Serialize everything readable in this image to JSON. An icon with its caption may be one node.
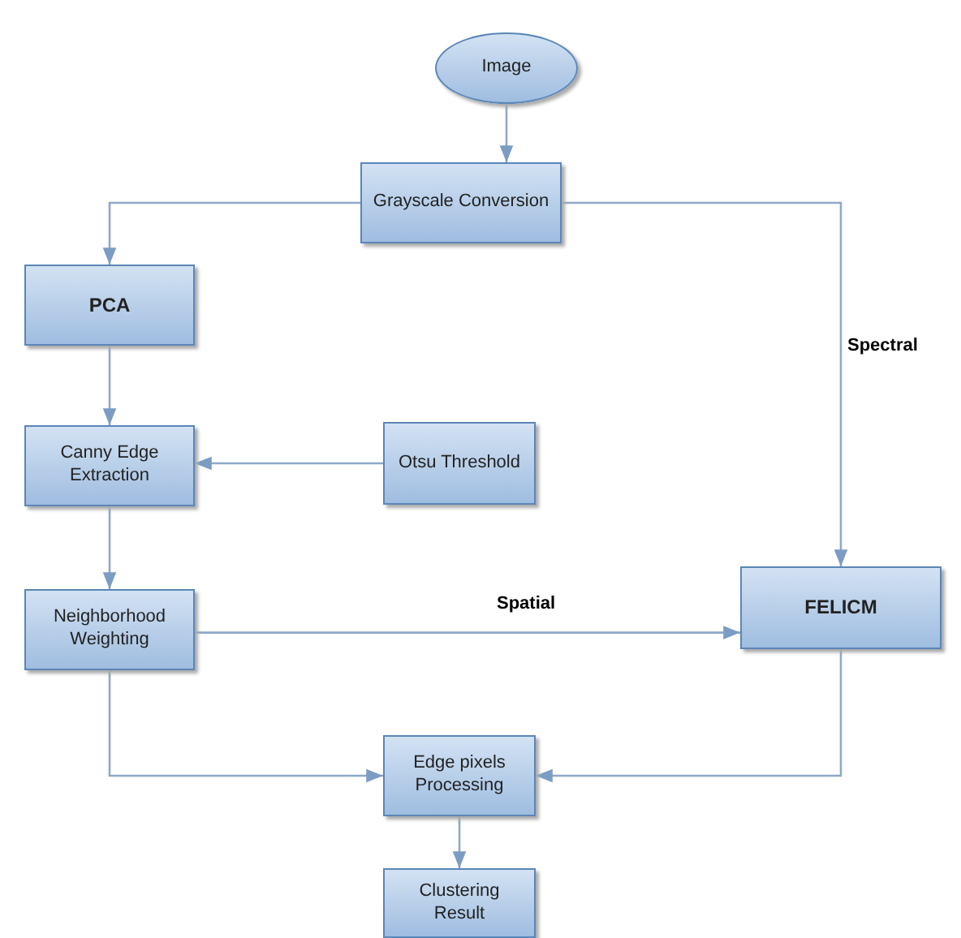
{
  "diagram": {
    "nodes": [
      {
        "text": [
          "Image"
        ]
      },
      {
        "text": [
          "Grayscale Conversion"
        ]
      },
      {
        "text": [
          "PCA"
        ]
      },
      {
        "text": [
          "Canny Edge Extraction"
        ]
      },
      {
        "text": [
          "Otsu Threshold"
        ]
      },
      {
        "text": [
          "Neighborhood Weighting"
        ]
      },
      {
        "text": [
          "FELICM"
        ]
      },
      {
        "text": [
          "Edge pixels Processing"
        ]
      },
      {
        "text": [
          "Clustering Result"
        ]
      }
    ],
    "edges": [
      {
        "from": 0,
        "to": 1,
        "arrow": "to"
      },
      {
        "from": 1,
        "to": 2,
        "arrow": "to"
      },
      {
        "from": 1,
        "to": 6,
        "arrow": "to",
        "label": "Spectral"
      },
      {
        "from": 2,
        "to": 3,
        "arrow": "to"
      },
      {
        "from": 4,
        "to": 3,
        "arrow": "to"
      },
      {
        "from": 3,
        "to": 5,
        "arrow": "to"
      },
      {
        "from": 5,
        "to": 6,
        "arrow": "to",
        "label": "Spatial"
      },
      {
        "from": 5,
        "to": 7,
        "arrow": "to"
      },
      {
        "from": 6,
        "to": 7,
        "arrow": "to"
      },
      {
        "from": 7,
        "to": 8,
        "arrow": "to"
      }
    ]
  }
}
